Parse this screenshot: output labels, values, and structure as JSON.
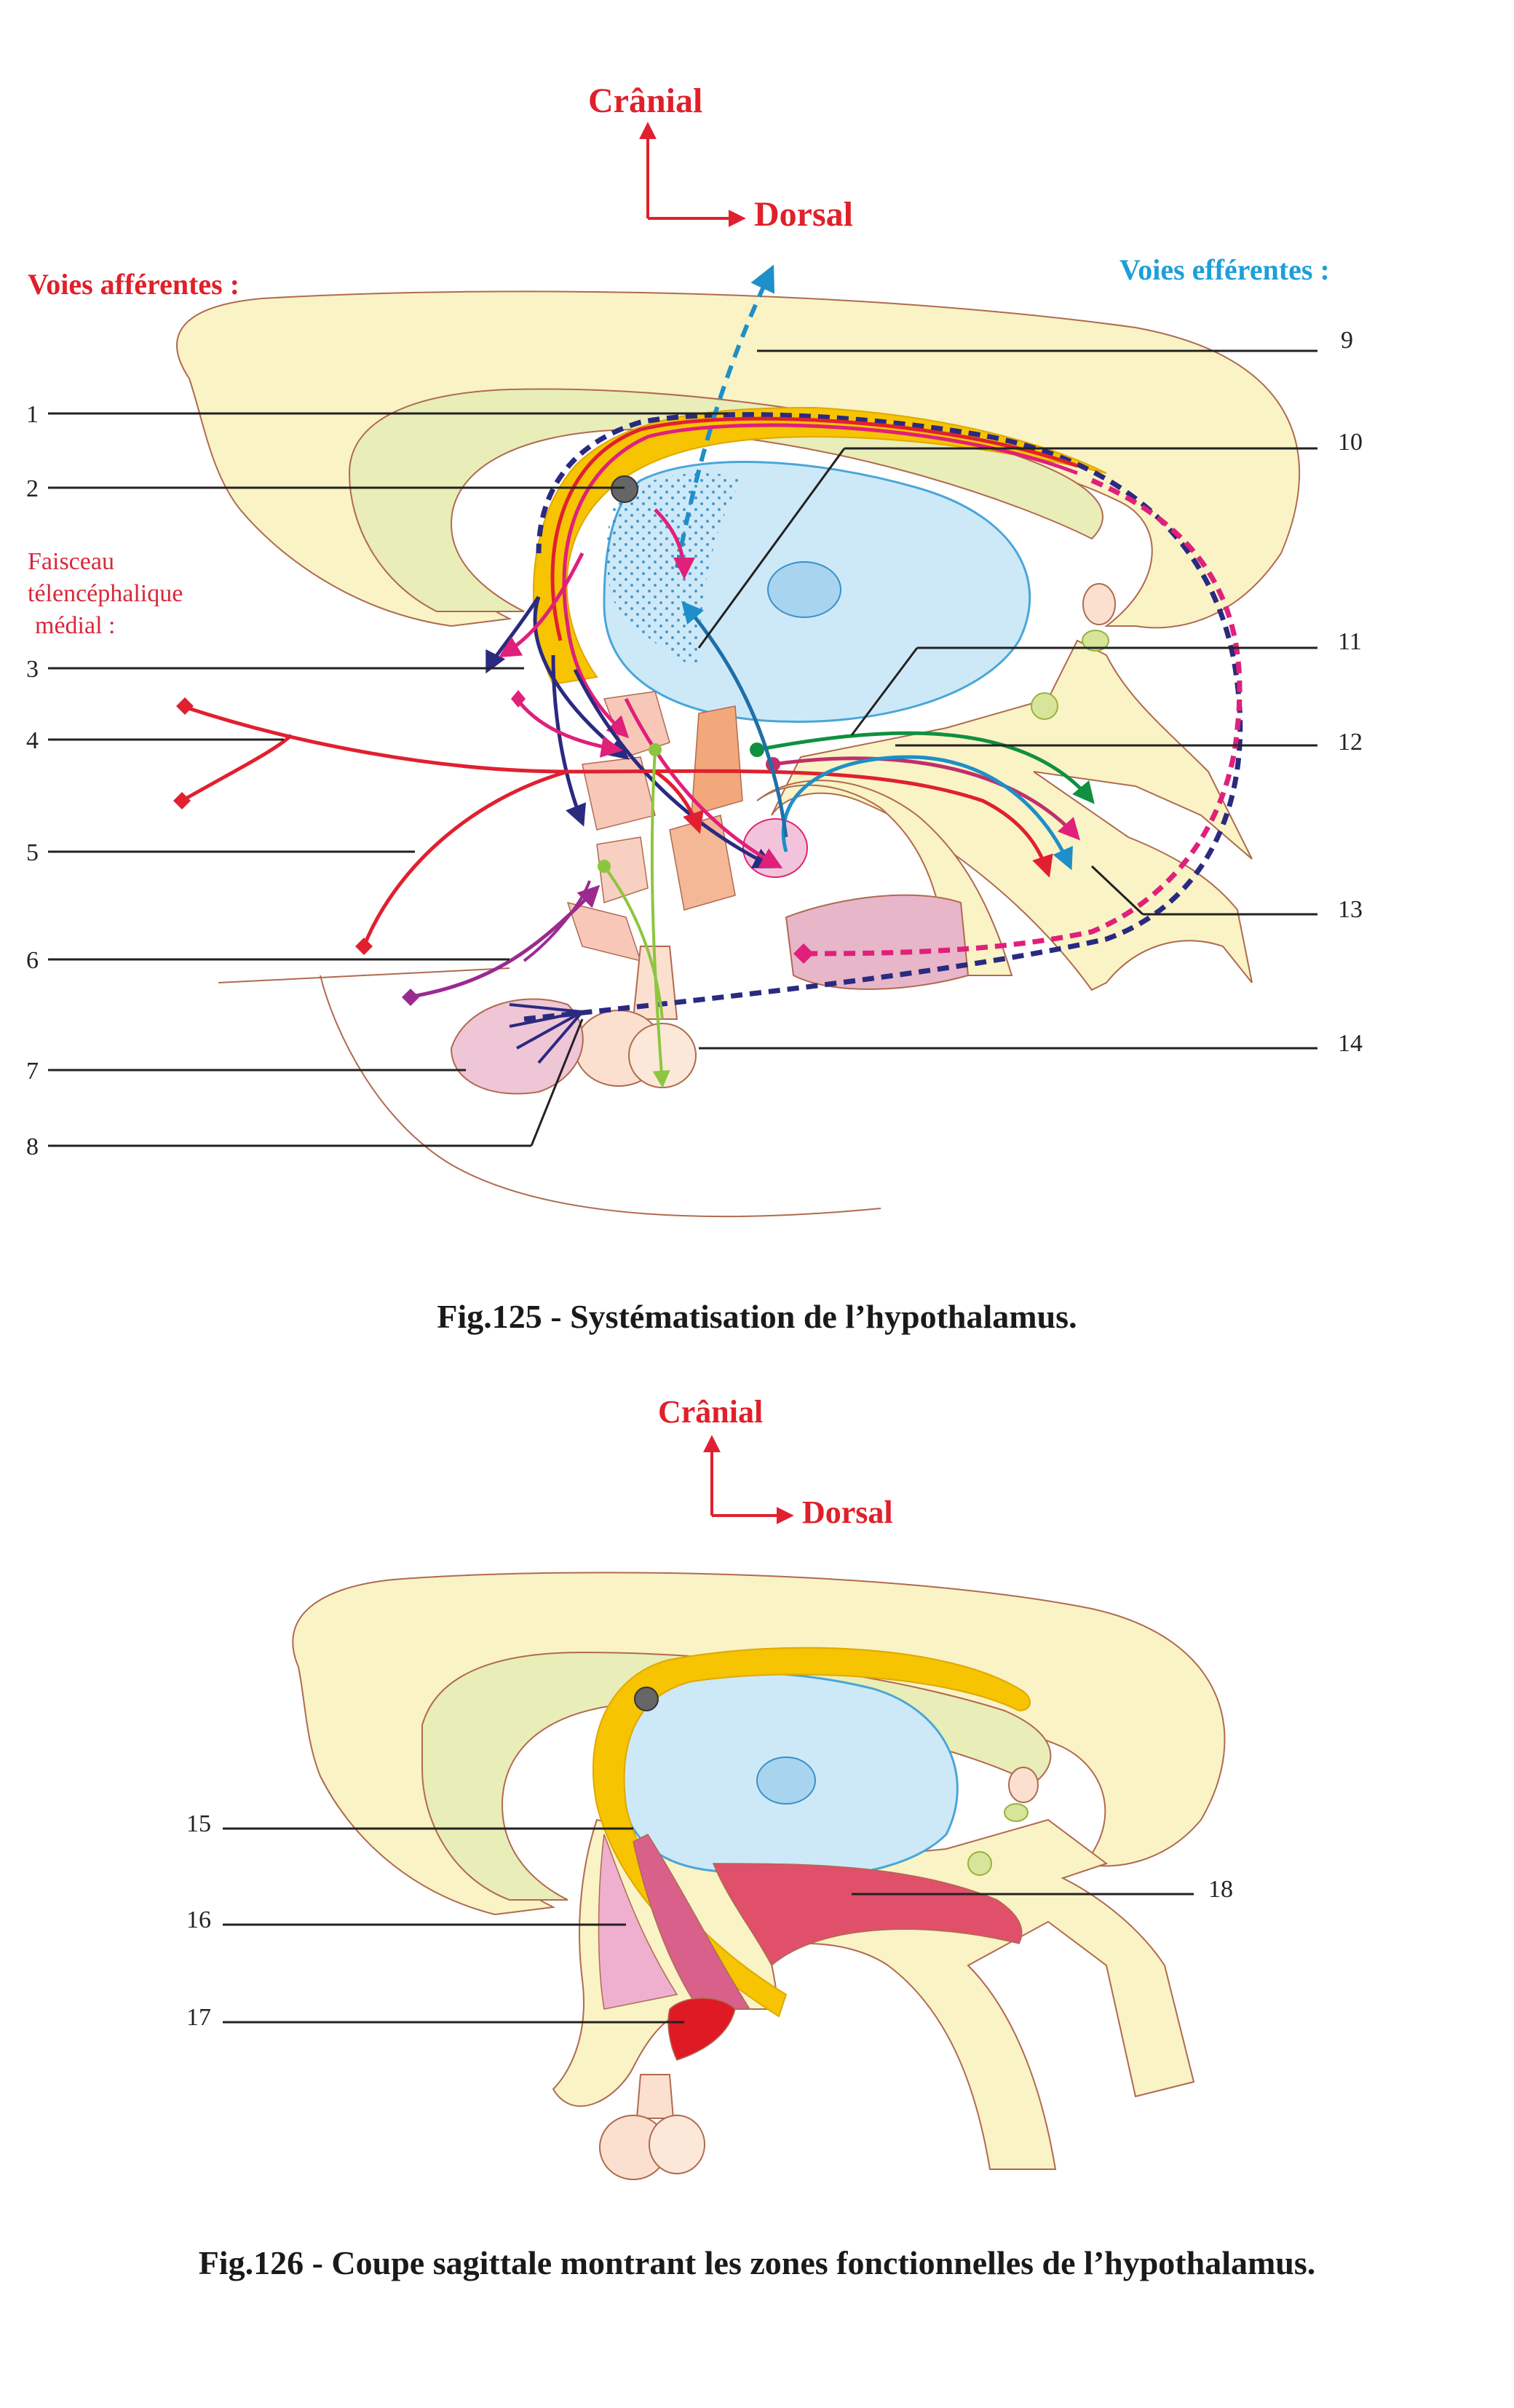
{
  "fig125": {
    "orientation": {
      "cranial": "Crânial",
      "dorsal": "Dorsal"
    },
    "afferent_title": "Voies afférentes :",
    "efferent_title": "Voies efférentes :",
    "faisceau_lines": [
      "Faisceau",
      "télencéphalique",
      "médial :"
    ],
    "labels": [
      "1",
      "2",
      "3",
      "4",
      "5",
      "6",
      "7",
      "8",
      "9",
      "10",
      "11",
      "12",
      "13",
      "14"
    ],
    "caption": "Fig.125 - Systématisation de l’hypothalamus."
  },
  "fig126": {
    "orientation": {
      "cranial": "Crânial",
      "dorsal": "Dorsal"
    },
    "labels": [
      "15",
      "16",
      "17",
      "18"
    ],
    "caption": "Fig.126 - Coupe sagittale montrant les zones fonctionnelles de l’hypothalamus."
  },
  "colors": {
    "cortex": "#f9f3c5",
    "cortex_inner": "#e9edb8",
    "fornix": "#f6c400",
    "thalamus": "#cde9f8",
    "thalamus_stroke": "#4aa6d8",
    "outline": "#b06a50",
    "afferent_red": "#e02030",
    "efferent_blue": "#1e9fd8",
    "navy": "#2a2a80",
    "magenta": "#e0207a",
    "green": "#109040"
  }
}
